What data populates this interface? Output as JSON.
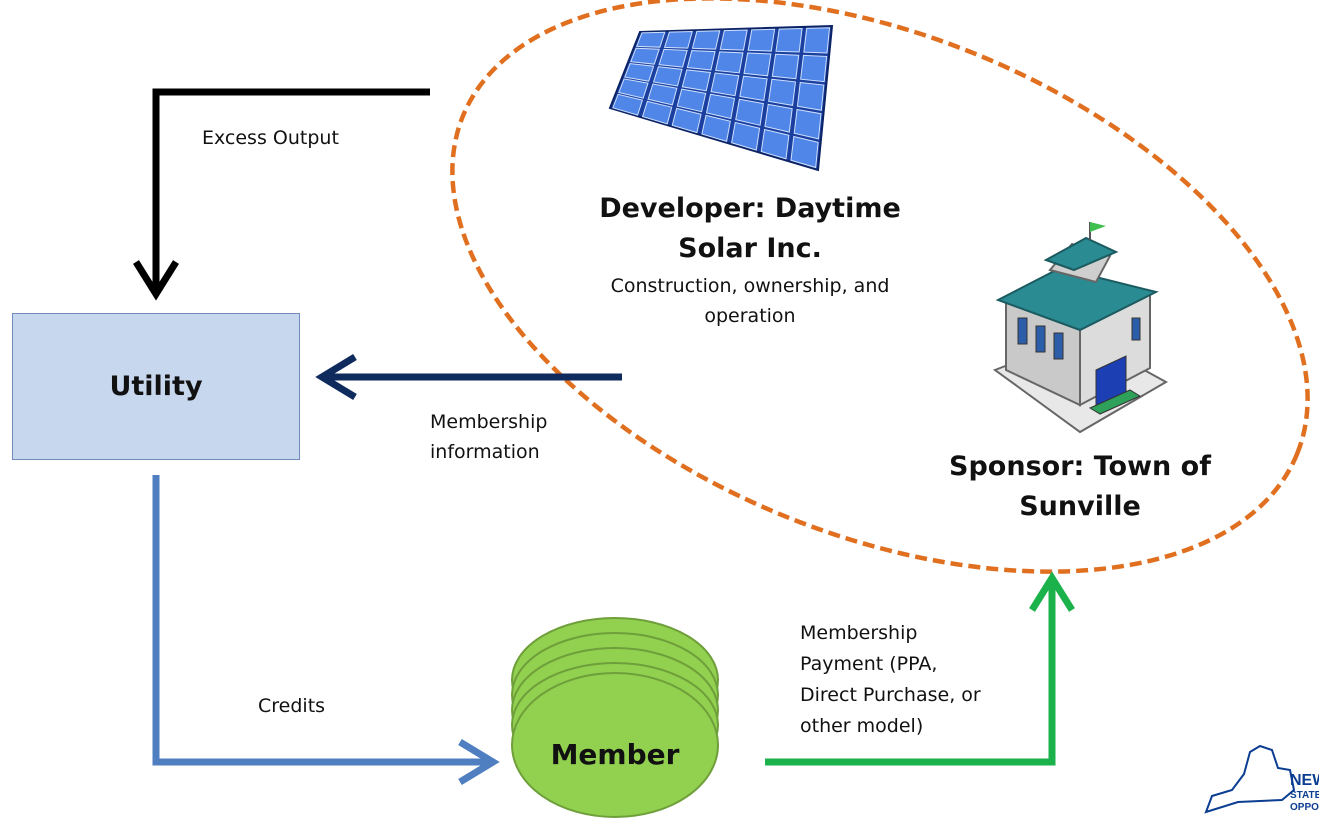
{
  "labels": {
    "excess_output": "Excess Output",
    "membership_info_1": "Membership",
    "membership_info_2": "information",
    "credits": "Credits",
    "payment_1": "Membership",
    "payment_2": "Payment (PPA,",
    "payment_3": "Direct Purchase, or",
    "payment_4": "other model)"
  },
  "nodes": {
    "utility": "Utility",
    "member": "Member",
    "developer_1": "Developer: Daytime",
    "developer_2": "Solar Inc.",
    "developer_sub_1": "Construction, ownership, and",
    "developer_sub_2": "operation",
    "sponsor_1": "Sponsor: Town of",
    "sponsor_2": "Sunville"
  },
  "logo": {
    "line1": "NEW",
    "line2": "STATE",
    "line3": "OPPO"
  },
  "colors": {
    "ellipse": "#e07020",
    "black_arrow": "#000000",
    "navy_arrow": "#0f2a5c",
    "blue_arrow": "#4f7fc0",
    "green_arrow": "#1bb24b",
    "member_fill": "#92d050",
    "utility_fill": "#c7d7ee"
  }
}
